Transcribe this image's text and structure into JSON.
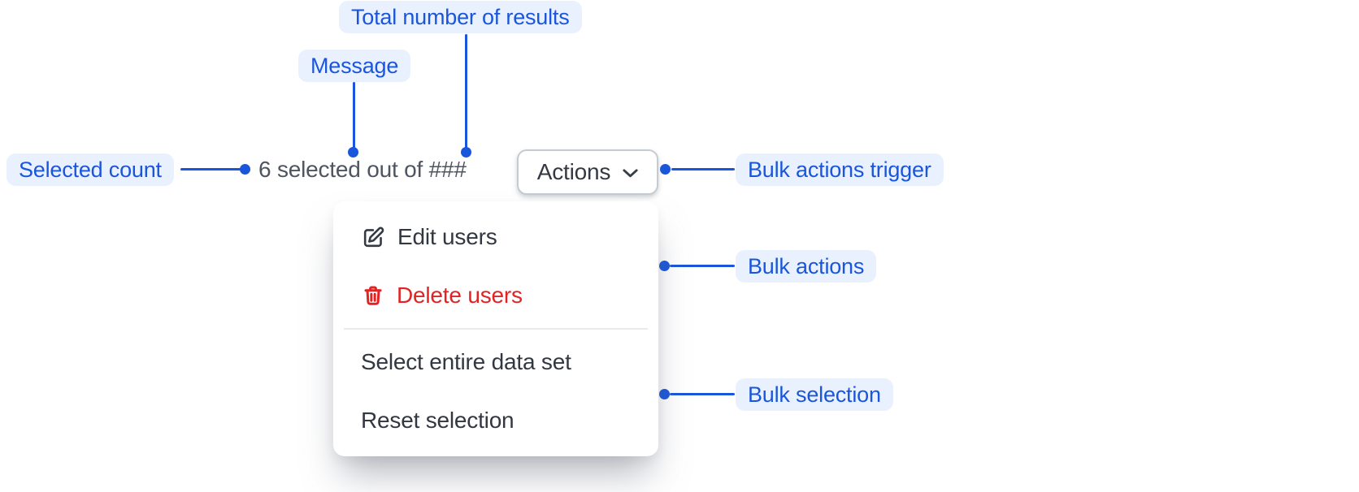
{
  "palette": {
    "annotation_text": "#1A56DB",
    "annotation_bg": "#EAF1FE",
    "connector_blue": "#1A56DB",
    "message_gray": "#4E5560",
    "menu_text": "#323841",
    "danger_red": "#E02424",
    "button_border": "#C6CBD1",
    "panel_bg": "#FFFFFF"
  },
  "annotations": {
    "total_results": "Total number of results",
    "message": "Message",
    "selected_count": "Selected count",
    "bulk_actions_trigger": "Bulk actions trigger",
    "bulk_actions": "Bulk actions",
    "bulk_selection": "Bulk selection"
  },
  "toolbar": {
    "selection_message": "6 selected out of ###",
    "actions_button_label": "Actions"
  },
  "dropdown": {
    "action_items": [
      {
        "label": "Edit users",
        "icon": "edit-icon"
      },
      {
        "label": "Delete users",
        "icon": "trash-icon"
      }
    ],
    "selection_items": [
      {
        "label": "Select entire data set"
      },
      {
        "label": "Reset selection"
      }
    ]
  }
}
